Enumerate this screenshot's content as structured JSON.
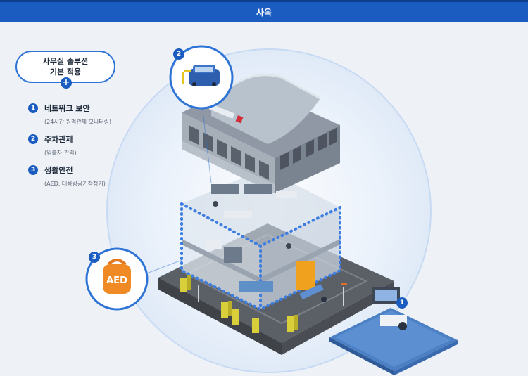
{
  "header": {
    "title": "사옥"
  },
  "solution": {
    "line1": "사무실 솔루션",
    "line2": "기본 적용",
    "plus": "+"
  },
  "items": [
    {
      "num": "1",
      "title": "네트워크 보안",
      "sub": "(24시간 원격관제 모니터링)"
    },
    {
      "num": "2",
      "title": "주차관제",
      "sub": "(입출차 관리)"
    },
    {
      "num": "3",
      "title": "생활안전",
      "sub": "(AED, 대용량공기청정기)"
    }
  ],
  "callouts": {
    "c1": "1",
    "c2": "2",
    "c3": "3"
  },
  "aed_label": "AED",
  "colors": {
    "header": "#1a5cbf",
    "accent": "#2e73d6",
    "building": "#7f8997",
    "roof": "#b7c2cc"
  },
  "icons": [
    "car-icon",
    "aed-icon",
    "monitor-icon"
  ]
}
